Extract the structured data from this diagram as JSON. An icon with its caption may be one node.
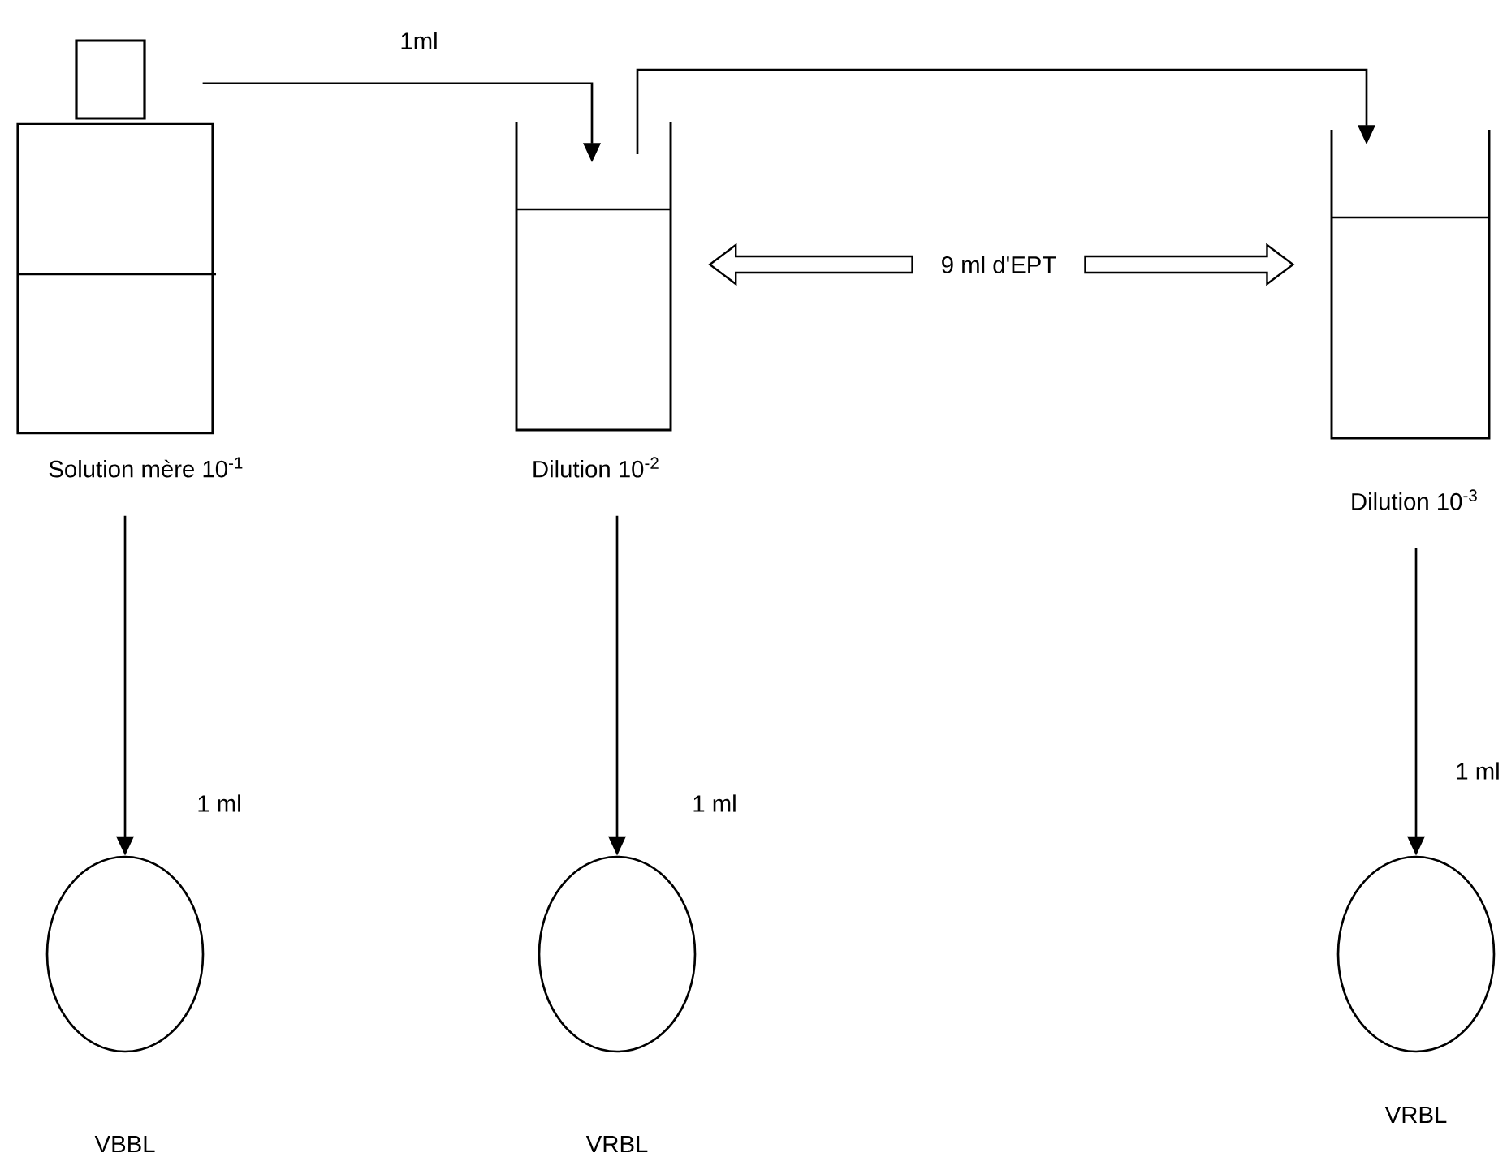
{
  "diagram": {
    "nodes": [
      {
        "text": [
          "Solution mère 10$^{-1}$"
        ]
      },
      {
        "text": [
          "Dilution 10$^{-2}$"
        ]
      },
      {
        "text": [
          "Dilution 10$^{-3}$"
        ]
      },
      {
        "text": [
          "VBBL"
        ]
      },
      {
        "text": [
          "VRBL"
        ]
      },
      {
        "text": [
          "VRBL"
        ]
      },
      {
        "text": [
          "9 ml d'EPT"
        ]
      }
    ],
    "edges": [
      {
        "from": 0,
        "to": 1,
        "arrow": "to",
        "label": "1ml"
      },
      {
        "from": 1,
        "to": 2,
        "arrow": "to"
      },
      {
        "from": 6,
        "to": 1,
        "arrow": "to",
        "style": "thick"
      },
      {
        "from": 6,
        "to": 2,
        "arrow": "to",
        "style": "thick"
      },
      {
        "from": 0,
        "to": 3,
        "arrow": "to",
        "label": "1 ml"
      },
      {
        "from": 1,
        "to": 4,
        "arrow": "to",
        "label": "1 ml"
      },
      {
        "from": 2,
        "to": 5,
        "arrow": "to",
        "label": "1 ml"
      }
    ]
  }
}
